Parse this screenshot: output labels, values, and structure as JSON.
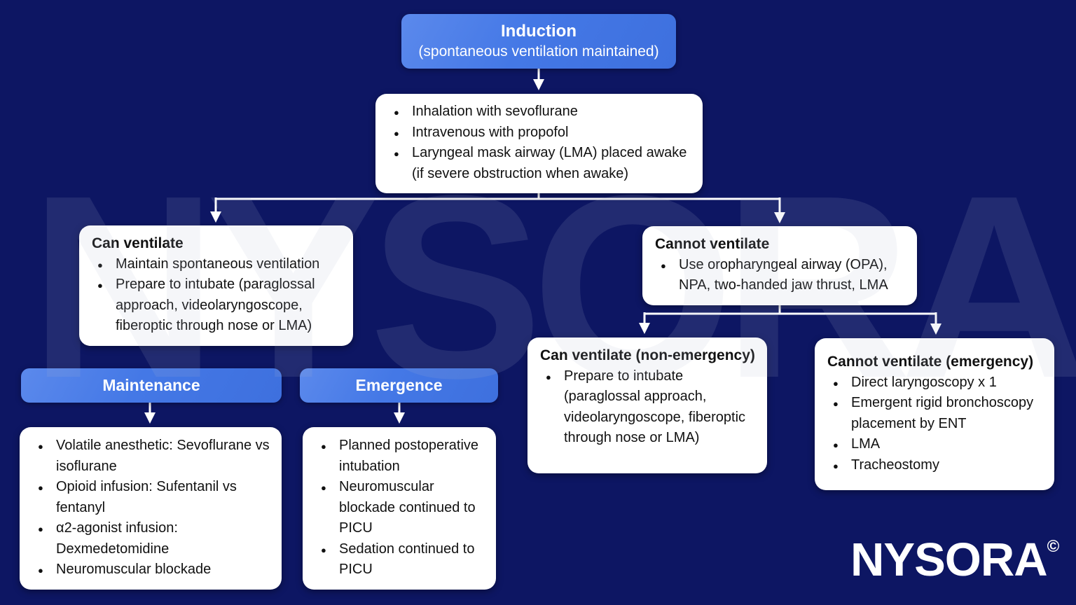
{
  "colors": {
    "background": "#0d1663",
    "accent_blue": "#4478e6",
    "box_white": "#ffffff",
    "text_dark": "#111111",
    "connector_white": "#ffffff"
  },
  "watermark": {
    "text": "NYSORA",
    "copyright": "©"
  },
  "logo": {
    "text": "NYSORA",
    "copyright": "©"
  },
  "nodes": {
    "induction": {
      "title": "Induction",
      "subtitle": "(spontaneous ventilation maintained)"
    },
    "induction_details": {
      "items": [
        "Inhalation with sevoflurane",
        "Intravenous with propofol",
        "Laryngeal mask airway (LMA) placed awake (if severe obstruction when awake)"
      ]
    },
    "can_ventilate": {
      "title": "Can ventilate",
      "items": [
        "Maintain spontaneous ventilation",
        "Prepare to intubate (paraglossal approach, videolaryngoscope, fiberoptic through nose or LMA)"
      ]
    },
    "cannot_ventilate": {
      "title": "Cannot ventilate",
      "items": [
        "Use oropharyngeal airway (OPA), NPA, two-handed jaw thrust, LMA"
      ]
    },
    "can_ventilate_non_emergency": {
      "title": "Can ventilate (non-emergency)",
      "items": [
        "Prepare to intubate (paraglossal approach, videolaryngoscope, fiberoptic through nose or LMA)"
      ]
    },
    "cannot_ventilate_emergency": {
      "title": "Cannot ventilate (emergency)",
      "items": [
        "Direct laryngoscopy x 1",
        "Emergent rigid bronchoscopy placement by ENT",
        "LMA",
        "Tracheostomy"
      ]
    },
    "maintenance": {
      "title": "Maintenance"
    },
    "maintenance_details": {
      "items": [
        "Volatile anesthetic: Sevoflurane vs isoflurane",
        "Opioid infusion: Sufentanil vs fentanyl",
        "α2-agonist infusion: Dexmedetomidine",
        "Neuromuscular blockade"
      ]
    },
    "emergence": {
      "title": "Emergence"
    },
    "emergence_details": {
      "items": [
        "Planned postoperative intubation",
        "Neuromuscular blockade continued to PICU",
        "Sedation continued to PICU"
      ]
    }
  }
}
